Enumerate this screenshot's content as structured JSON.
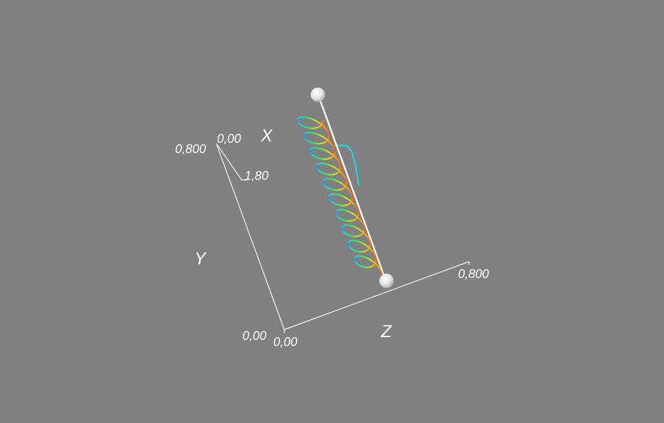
{
  "chart_data": {
    "type": "3d-line",
    "axes": {
      "x": {
        "label": "X",
        "ticks": [
          "0,00",
          "1,80"
        ],
        "range": [
          0,
          1.8
        ]
      },
      "y": {
        "label": "Y",
        "ticks": [
          "0,00",
          "0,800"
        ],
        "range": [
          0,
          0.8
        ]
      },
      "z": {
        "label": "Z",
        "ticks": [
          "0,00",
          "0,800"
        ],
        "range": [
          0,
          0.8
        ]
      }
    },
    "helix": {
      "turns": 10,
      "colormap": [
        "#ff5a1a",
        "#ff9a1a",
        "#d8e01a",
        "#39e05a",
        "#1ad8d8",
        "#1a8cff"
      ]
    },
    "markers": [
      {
        "name": "top-sphere",
        "color": "#e8e8e8"
      },
      {
        "name": "bottom-sphere",
        "color": "#e8e8e8"
      }
    ],
    "grid": false,
    "background": "#808080",
    "line_color": "#ffffff"
  }
}
